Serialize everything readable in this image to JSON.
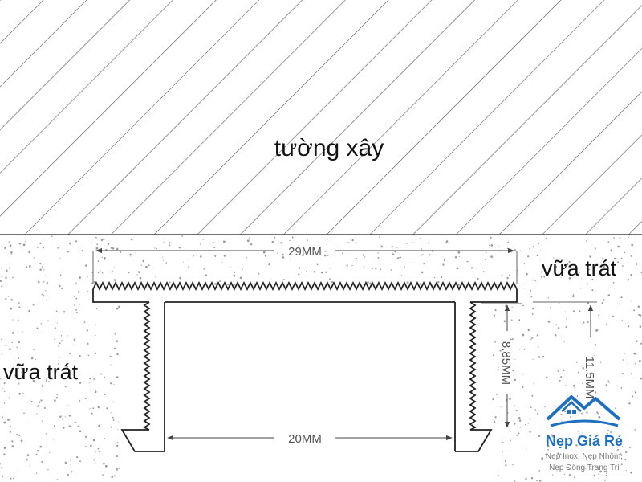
{
  "labels": {
    "wall": "tường xây",
    "plaster_right": "vữa trát",
    "plaster_left": "vữa trát"
  },
  "dimensions": {
    "top_width": "29MM",
    "bottom_width": "20MM",
    "inner_height": "8.85MM",
    "total_height": "11.5MM"
  },
  "watermark": {
    "name": "Nẹp Giá Rẻ",
    "line1": "Nẹp Inox, Nẹp Nhôm,",
    "line2": "Nẹp Đồng Trang Trí"
  },
  "colors": {
    "line": "#222222",
    "dimension": "#666666",
    "brand_blue": "#1f6fc0",
    "speckle": "#9a9a9a"
  }
}
